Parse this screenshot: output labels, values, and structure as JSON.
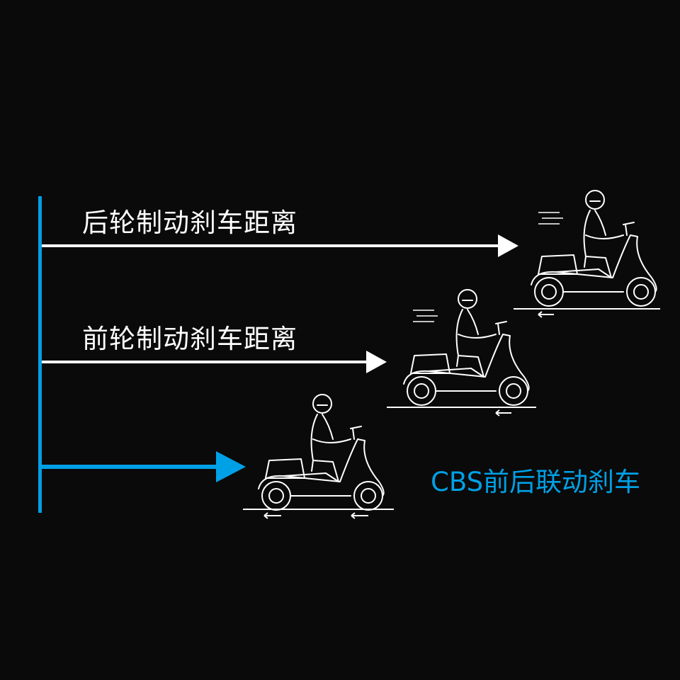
{
  "labels": {
    "rear_brake": "后轮制动刹车距离",
    "front_brake": "前轮制动刹车距离",
    "cbs": "CBS前后联动刹车"
  },
  "colors": {
    "background": "#0a0a0a",
    "accent": "#00a0e6",
    "line": "#ffffff"
  },
  "icons": [
    "scooter-rider-rear-brake",
    "scooter-rider-front-brake",
    "scooter-rider-cbs",
    "motion-lines",
    "direction-arrow"
  ]
}
